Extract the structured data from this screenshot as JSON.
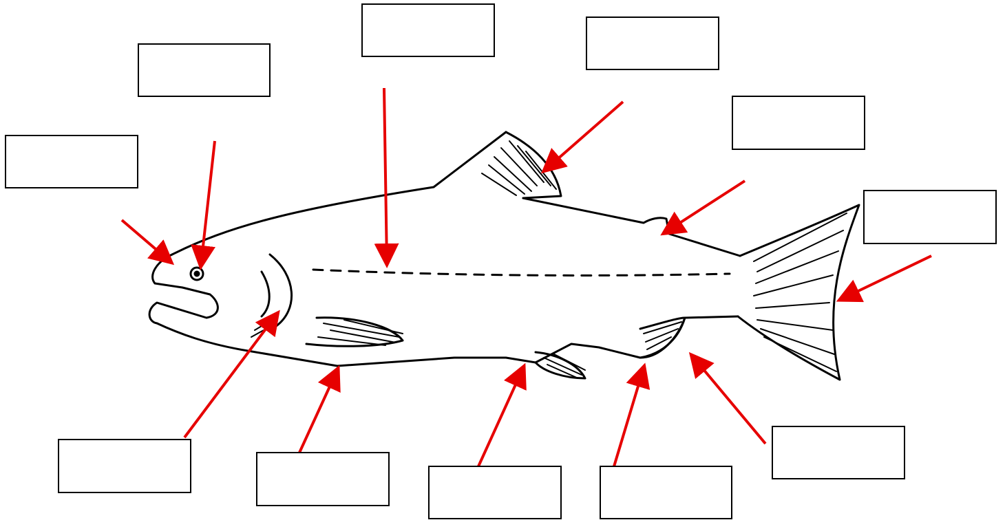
{
  "theme": {
    "arrow_color": "#e60000",
    "line_color": "#000000",
    "background": "#ffffff"
  },
  "labels": [
    {
      "id": "box-1",
      "text": ""
    },
    {
      "id": "box-2",
      "text": ""
    },
    {
      "id": "box-3",
      "text": ""
    },
    {
      "id": "box-4",
      "text": ""
    },
    {
      "id": "box-5",
      "text": ""
    },
    {
      "id": "box-6",
      "text": ""
    },
    {
      "id": "box-7",
      "text": ""
    },
    {
      "id": "box-8",
      "text": ""
    },
    {
      "id": "box-9",
      "text": ""
    },
    {
      "id": "box-10",
      "text": ""
    },
    {
      "id": "box-11",
      "text": ""
    },
    {
      "id": "box-12",
      "text": ""
    }
  ]
}
